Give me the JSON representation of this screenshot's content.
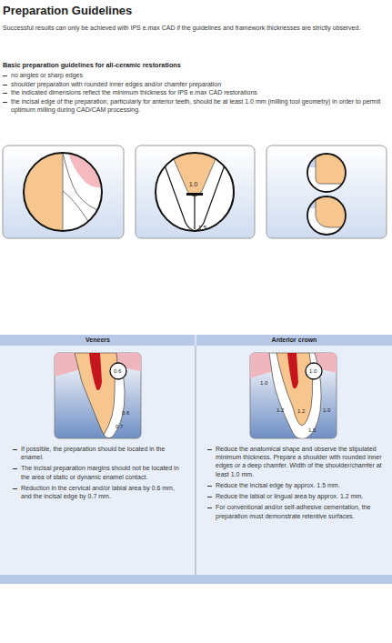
{
  "diagram": {
    "title": "Preparation Guidelines",
    "nodes": [
      {
        "text": [
          "Veneers",
          "If possible, the preparation should be located in the enamel.",
          "The incisal preparation margins should not be located in the area of static or dynamic enamel contact.",
          "Reduction in the cervical and/or labial area by 0.6 mm, and the incisal edge by 0.7 mm."
        ]
      },
      {
        "text": [
          "Anterior crown",
          "Reduce the anatomical shape and observe the stipulated minimum thickness. Prepare a shoulder with rounded inner edges or a deep chamfer. Width of the shoulder/chamfer at least 1.0 mm.",
          "Reduce the incisal edge by approx. 1.5 mm.",
          "Reduce the labial or lingual area by approx. 1.2 mm.",
          "For conventional and/or self-adhesive cementation, the preparation must demonstrate retentive surfaces."
        ]
      }
    ],
    "labels": [
      "Successful results can only be achieved with IPS e.max CAD if the guidelines and framework thicknesses are strictly observed.",
      "Basic preparation guidelines for all-ceramic restorations",
      "no angles or sharp edges",
      "shoulder preparation with rounded inner edges and/or chamfer preparation",
      "the indicated dimensions reflect the minimum thickness for IPS e.max CAD restorations",
      "the incisal edge of the preparation, particularly for anterior teeth, should be at least 1.0 mm (milling tool geometry) in order to permit optimum milling during CAD/CAM processing.",
      "1.0",
      "1.5",
      "0.6",
      "0.6",
      "0.7",
      "1.0",
      "1.0",
      "1.2",
      "1.2",
      "1.0",
      "1.5"
    ]
  }
}
